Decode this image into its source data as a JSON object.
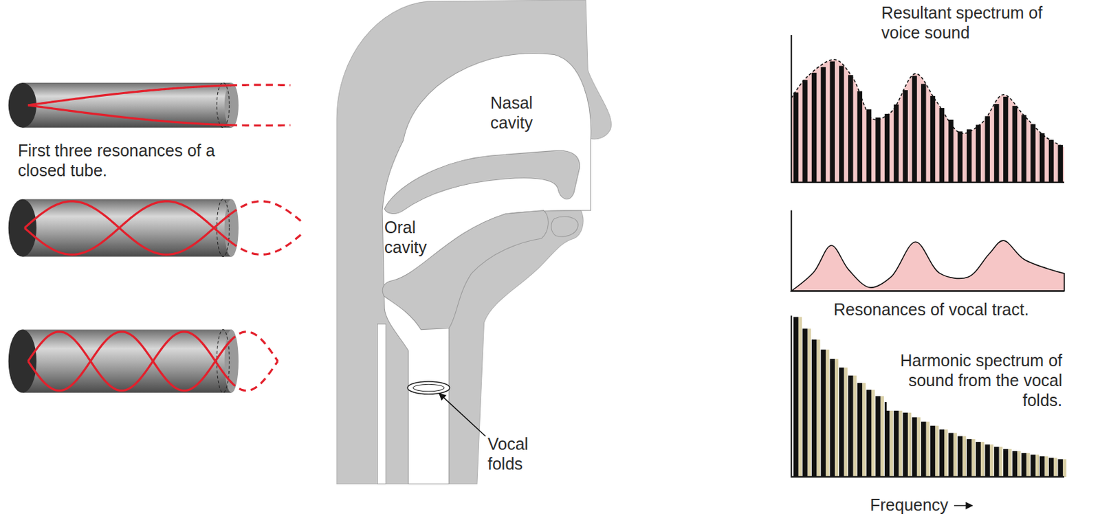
{
  "diagram": {
    "labels": [
      "First three resonances of a closed tube.",
      "Nasal cavity",
      "Oral cavity",
      "Vocal folds",
      "Resultant spectrum of voice sound",
      "Resonances of vocal tract.",
      "Harmonic spectrum of sound from the vocal folds.",
      "Frequency"
    ]
  }
}
